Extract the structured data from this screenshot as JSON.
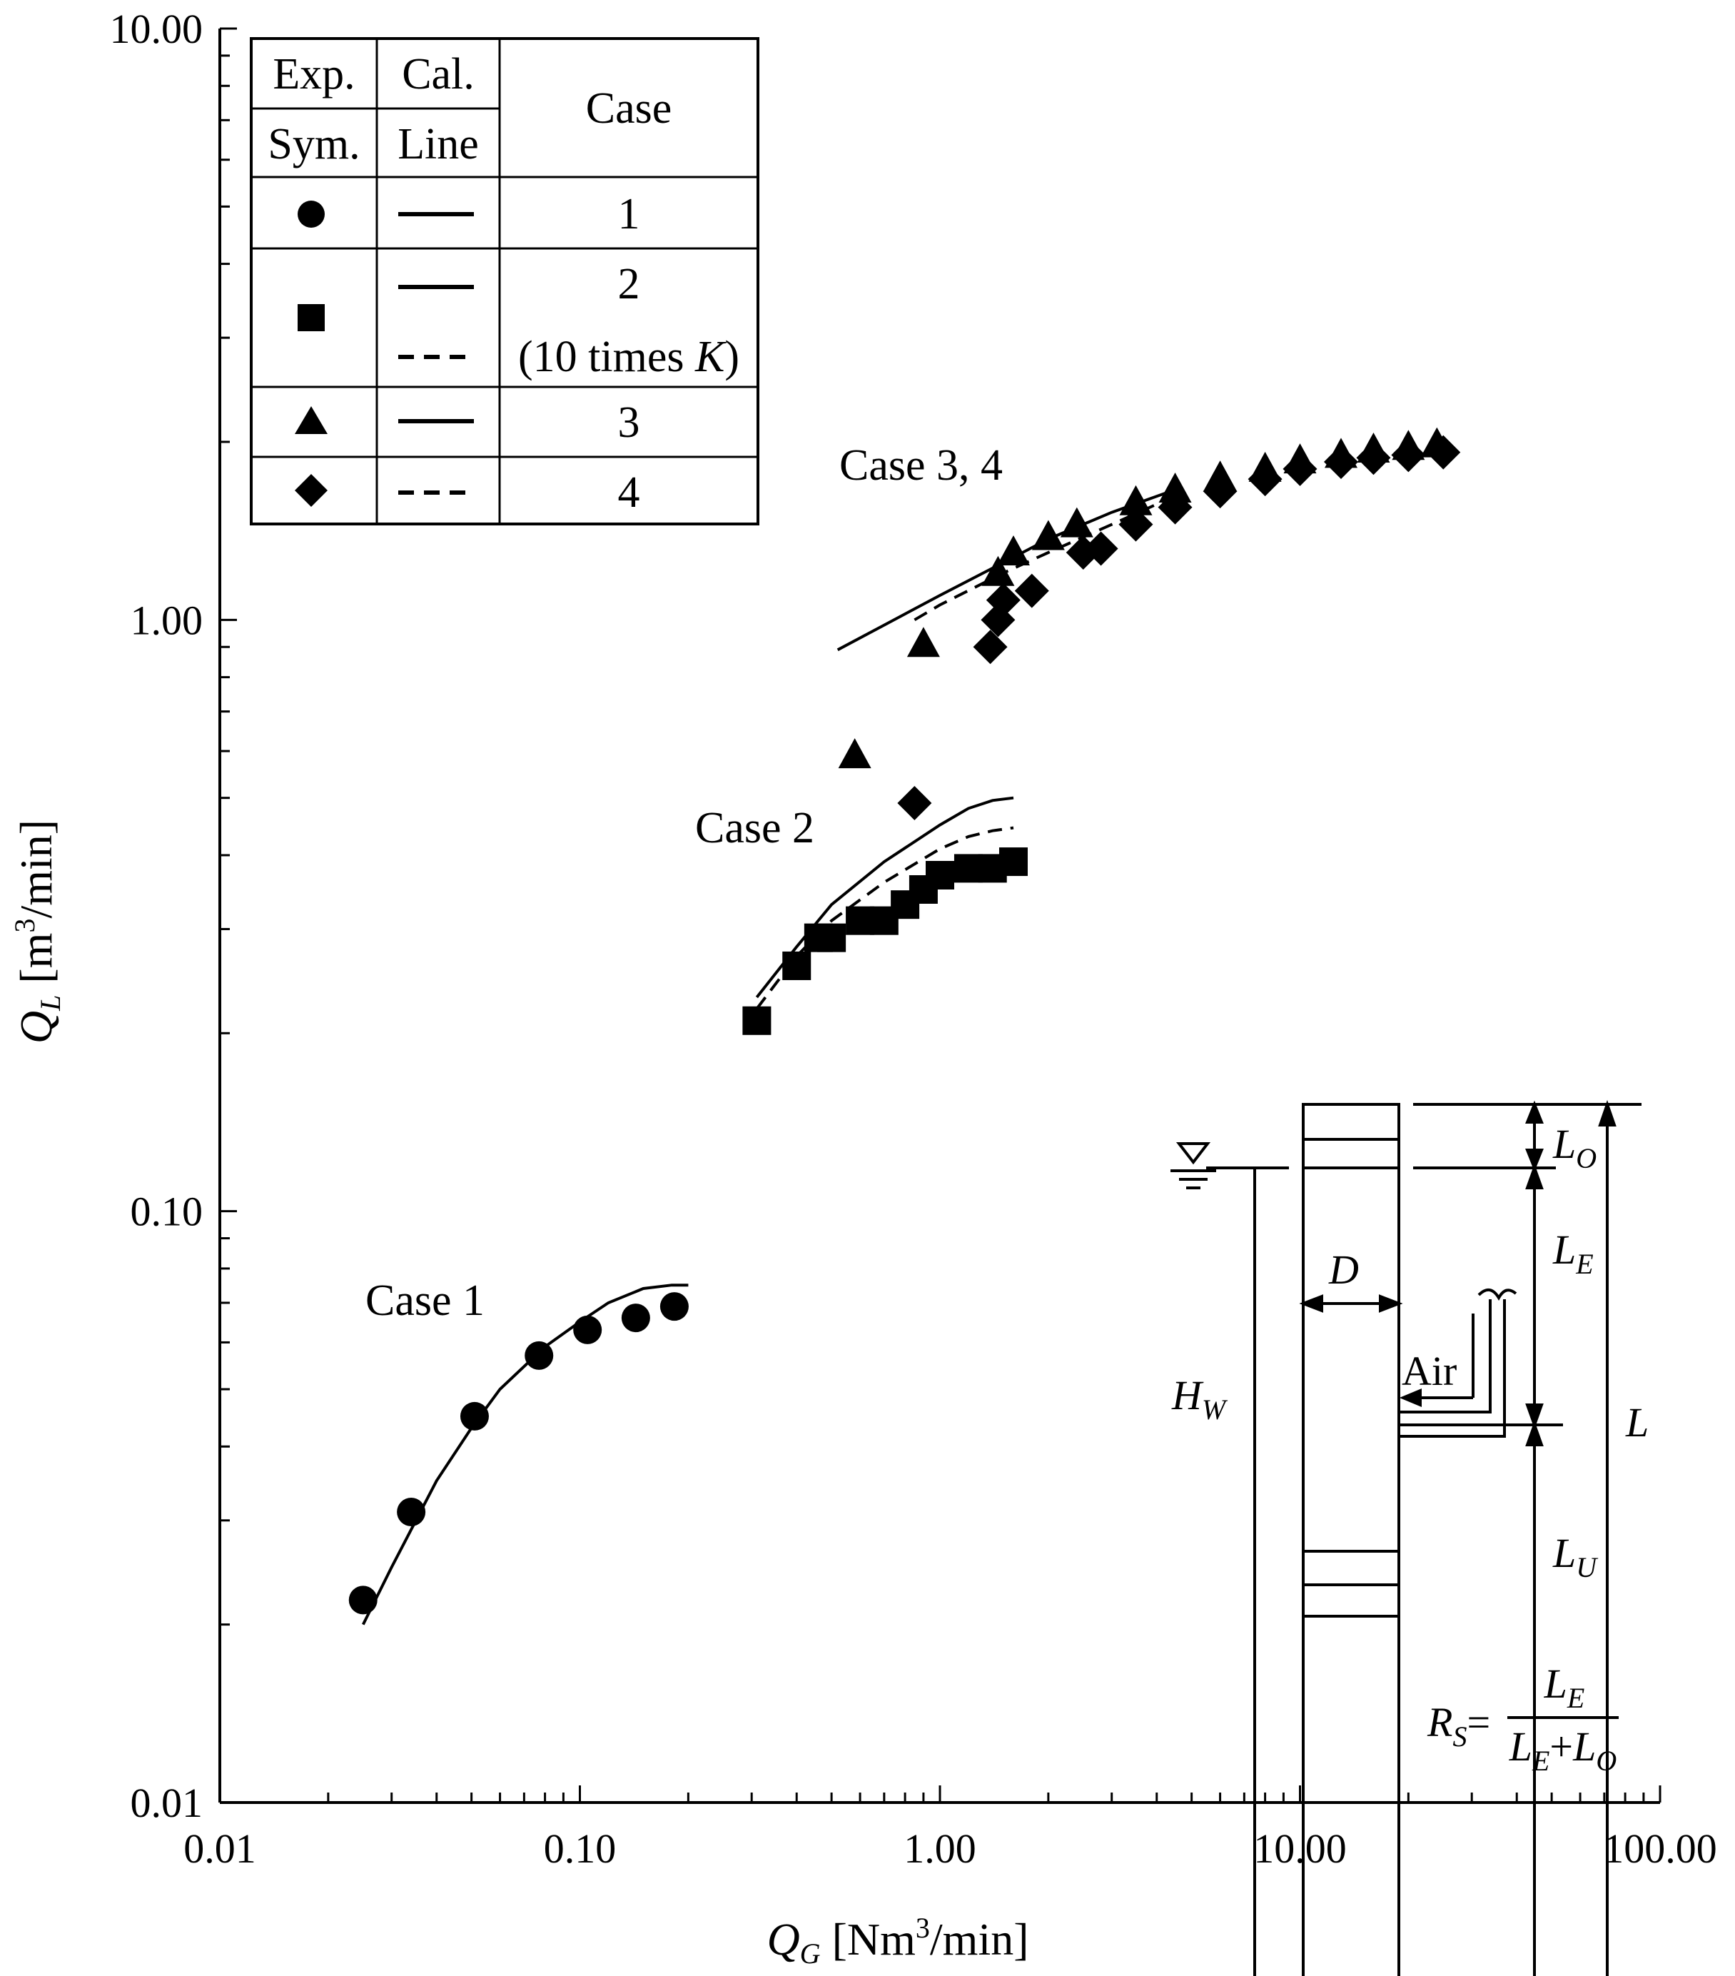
{
  "chart_data": {
    "type": "scatter",
    "xscale": "log",
    "yscale": "log",
    "xlim": [
      0.01,
      100
    ],
    "ylim": [
      0.01,
      10
    ],
    "xticks": [
      "0.01",
      "0.10",
      "1.00",
      "10.00",
      "100.00"
    ],
    "yticks": [
      "0.01",
      "0.10",
      "1.00",
      "10.00"
    ],
    "xlabel": {
      "main": "Q",
      "sub": "G",
      "unit_pre": " [Nm",
      "sup": "3",
      "unit_post": "/min]"
    },
    "ylabel": {
      "main": "Q",
      "sub": "L",
      "unit_pre": " [m",
      "sup": "3",
      "unit_post": "/min]"
    },
    "annotations": [
      "Case 1",
      "Case 2",
      "Case 3, 4"
    ],
    "series": [
      {
        "name": "1",
        "kind": "points",
        "marker": "circle",
        "x": [
          0.025,
          0.034,
          0.051,
          0.077,
          0.105,
          0.143,
          0.183
        ],
        "y": [
          0.022,
          0.031,
          0.045,
          0.057,
          0.063,
          0.066,
          0.069
        ]
      },
      {
        "name": "2",
        "kind": "points",
        "marker": "square",
        "x": [
          0.31,
          0.4,
          0.46,
          0.5,
          0.6,
          0.7,
          0.8,
          0.9,
          1.0,
          1.2,
          1.4,
          1.6
        ],
        "y": [
          0.21,
          0.26,
          0.29,
          0.29,
          0.31,
          0.31,
          0.33,
          0.35,
          0.37,
          0.38,
          0.38,
          0.39
        ]
      },
      {
        "name": "3",
        "kind": "points",
        "marker": "triangle",
        "x": [
          0.58,
          0.9,
          1.45,
          1.6,
          2.0,
          2.4,
          3.5,
          4.5,
          6,
          8,
          10,
          13,
          16,
          20,
          24
        ],
        "y": [
          0.59,
          0.91,
          1.2,
          1.3,
          1.38,
          1.45,
          1.58,
          1.66,
          1.74,
          1.8,
          1.86,
          1.9,
          1.94,
          1.96,
          1.98
        ]
      },
      {
        "name": "4",
        "kind": "points",
        "marker": "diamond",
        "x": [
          0.85,
          1.38,
          1.45,
          1.5,
          1.8,
          2.5,
          2.8,
          3.5,
          4.5,
          6,
          8,
          10,
          13,
          16,
          20,
          25
        ],
        "y": [
          0.49,
          0.9,
          1.0,
          1.08,
          1.12,
          1.3,
          1.32,
          1.45,
          1.55,
          1.65,
          1.73,
          1.8,
          1.85,
          1.88,
          1.9,
          1.92
        ]
      },
      {
        "name": "1",
        "kind": "line",
        "dash": "solid",
        "x": [
          0.025,
          0.03,
          0.04,
          0.05,
          0.06,
          0.08,
          0.1,
          0.12,
          0.15,
          0.18,
          0.2
        ],
        "y": [
          0.02,
          0.025,
          0.035,
          0.043,
          0.05,
          0.059,
          0.065,
          0.07,
          0.074,
          0.075,
          0.075
        ]
      },
      {
        "name": "2",
        "kind": "line",
        "dash": "solid",
        "x": [
          0.31,
          0.4,
          0.5,
          0.7,
          1.0,
          1.2,
          1.4,
          1.6
        ],
        "y": [
          0.23,
          0.28,
          0.33,
          0.39,
          0.45,
          0.48,
          0.495,
          0.5
        ]
      },
      {
        "name": "2 (10 times K)",
        "kind": "line",
        "dash": "dashed",
        "x": [
          0.31,
          0.4,
          0.5,
          0.7,
          1.0,
          1.2,
          1.4,
          1.6
        ],
        "y": [
          0.22,
          0.27,
          0.31,
          0.36,
          0.41,
          0.43,
          0.44,
          0.445
        ]
      },
      {
        "name": "3",
        "kind": "line",
        "dash": "solid",
        "x": [
          0.52,
          0.7,
          1.0,
          1.5,
          2.0,
          3.0,
          4.5
        ],
        "y": [
          0.89,
          0.98,
          1.1,
          1.25,
          1.37,
          1.52,
          1.66
        ]
      },
      {
        "name": "4",
        "kind": "line",
        "dash": "dashed",
        "x": [
          0.85,
          1.0,
          1.5,
          2.0,
          3.0,
          4.5
        ],
        "y": [
          1.0,
          1.06,
          1.2,
          1.3,
          1.45,
          1.62
        ]
      }
    ]
  },
  "legend": {
    "headers": {
      "exp": "Exp.",
      "sym": "Sym.",
      "cal": "Cal.",
      "line": "Line",
      "case": "Case"
    },
    "rows": [
      {
        "marker": "circle",
        "case": "1"
      },
      {
        "marker": "square",
        "case": "2",
        "case_note_pre": "(10 times ",
        "case_note_var": "K",
        "case_note_post": ")"
      },
      {
        "marker": "triangle",
        "case": "3"
      },
      {
        "marker": "diamond",
        "case": "4"
      }
    ]
  },
  "diagram": {
    "labels": {
      "LO": {
        "main": "L",
        "sub": "O"
      },
      "LE": {
        "main": "L",
        "sub": "E"
      },
      "LU": {
        "main": "L",
        "sub": "U"
      },
      "L": "L",
      "D": "D",
      "HW": {
        "main": "H",
        "sub": "W"
      },
      "air": "Air"
    },
    "formula": {
      "lhs_main": "R",
      "lhs_sub": "S",
      "eq": "=",
      "num_main": "L",
      "num_sub": "E",
      "den_a_main": "L",
      "den_a_sub": "E",
      "den_plus": "+",
      "den_b_main": "L",
      "den_b_sub": "O"
    }
  }
}
